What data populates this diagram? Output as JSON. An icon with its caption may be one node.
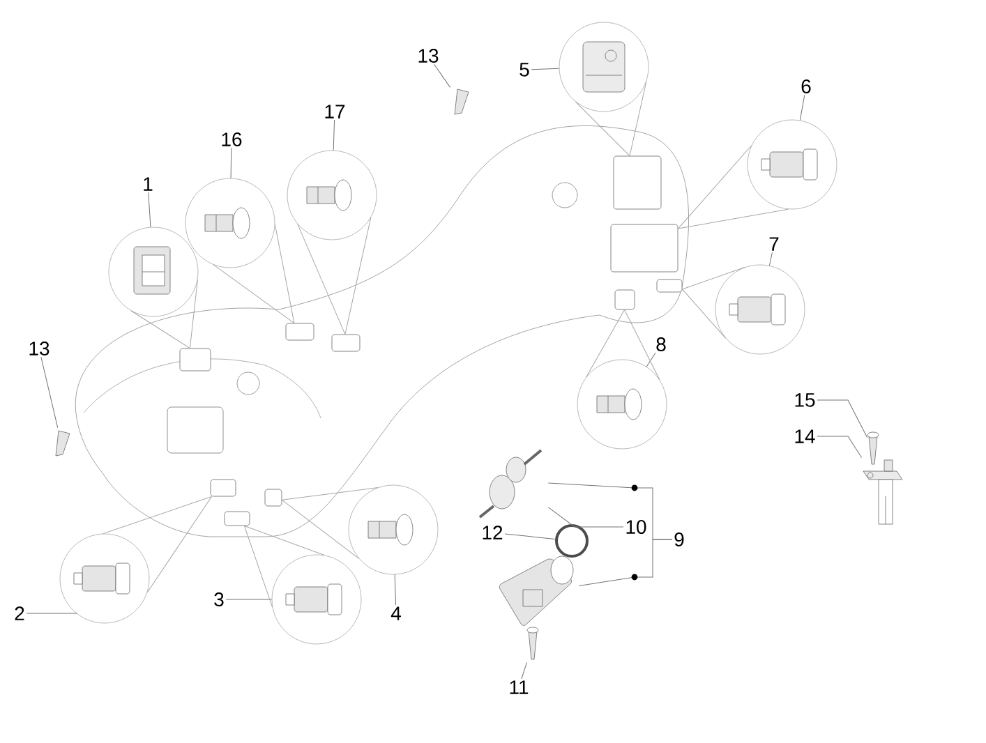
{
  "diagram": {
    "nodes": [
      {
        "text": [
          "1"
        ]
      },
      {
        "text": [],
        "shape": "circle"
      },
      {
        "text": [
          "2"
        ]
      },
      {
        "text": [],
        "shape": "circle"
      },
      {
        "text": [
          "3"
        ]
      },
      {
        "text": [],
        "shape": "circle"
      },
      {
        "text": [
          "4"
        ]
      },
      {
        "text": [],
        "shape": "circle"
      },
      {
        "text": [
          "5"
        ]
      },
      {
        "text": [],
        "shape": "circle"
      },
      {
        "text": [
          "6"
        ]
      },
      {
        "text": [],
        "shape": "circle"
      },
      {
        "text": [
          "7"
        ]
      },
      {
        "text": [],
        "shape": "circle"
      },
      {
        "text": [
          "8"
        ]
      },
      {
        "text": [],
        "shape": "circle"
      },
      {
        "text": [
          "9"
        ]
      },
      {
        "text": [
          "10"
        ]
      },
      {
        "text": [],
        "shape": "picture"
      },
      {
        "text": [
          "11"
        ]
      },
      {
        "text": [],
        "shape": "picture"
      },
      {
        "text": [
          "12"
        ]
      },
      {
        "text": [],
        "shape": "circle"
      },
      {
        "text": [
          "13"
        ]
      },
      {
        "text": [],
        "shape": "picture"
      },
      {
        "text": [
          "13"
        ]
      },
      {
        "text": [],
        "shape": "picture"
      },
      {
        "text": [
          "14"
        ]
      },
      {
        "text": [],
        "shape": "picture"
      },
      {
        "text": [
          "15"
        ]
      },
      {
        "text": [],
        "shape": "picture"
      },
      {
        "text": [
          "16"
        ]
      },
      {
        "text": [],
        "shape": "circle"
      },
      {
        "text": [
          "17"
        ]
      },
      {
        "text": [],
        "shape": "circle"
      },
      {
        "text": [],
        "shape": "picture"
      },
      {
        "text": [],
        "shape": "picture"
      },
      {
        "text": [],
        "shape": "box",
        "in": 36
      },
      {
        "text": [],
        "shape": "box",
        "in": 36
      },
      {
        "text": [],
        "shape": "box",
        "in": 36
      },
      {
        "text": [],
        "shape": "box",
        "in": 36
      },
      {
        "text": [],
        "shape": "box",
        "in": 36
      },
      {
        "text": [],
        "shape": "box",
        "in": 36
      },
      {
        "text": [],
        "shape": "box",
        "in": 36
      },
      {
        "text": [],
        "shape": "box",
        "in": 36
      },
      {
        "text": [],
        "shape": "box",
        "in": 36
      },
      {
        "text": [],
        "shape": "box",
        "in": 36
      }
    ],
    "edges": [
      {
        "from": 0,
        "to": 1,
        "arrow": "none"
      },
      {
        "from": 2,
        "to": 3,
        "arrow": "none"
      },
      {
        "from": 4,
        "to": 5,
        "arrow": "none"
      },
      {
        "from": 6,
        "to": 7,
        "arrow": "none"
      },
      {
        "from": 8,
        "to": 9,
        "arrow": "none"
      },
      {
        "from": 10,
        "to": 11,
        "arrow": "none"
      },
      {
        "from": 12,
        "to": 13,
        "arrow": "none"
      },
      {
        "from": 14,
        "to": 15,
        "arrow": "none"
      },
      {
        "from": 16,
        "to": 18,
        "arrow": "none"
      },
      {
        "from": 16,
        "to": 35,
        "arrow": "none"
      },
      {
        "from": 17,
        "to": 18,
        "arrow": "none"
      },
      {
        "from": 19,
        "to": 20,
        "arrow": "none"
      },
      {
        "from": 21,
        "to": 22,
        "arrow": "none"
      },
      {
        "from": 23,
        "to": 24,
        "arrow": "none"
      },
      {
        "from": 25,
        "to": 26,
        "arrow": "none"
      },
      {
        "from": 27,
        "to": 28,
        "arrow": "none"
      },
      {
        "from": 29,
        "to": 30,
        "arrow": "none"
      },
      {
        "from": 31,
        "to": 32,
        "arrow": "none"
      },
      {
        "from": 33,
        "to": 34,
        "arrow": "none"
      },
      {
        "from": 1,
        "to": 37,
        "arrow": "none"
      },
      {
        "from": 3,
        "to": 38,
        "arrow": "none"
      },
      {
        "from": 5,
        "to": 39,
        "arrow": "none"
      },
      {
        "from": 7,
        "to": 40,
        "arrow": "none"
      },
      {
        "from": 9,
        "to": 41,
        "arrow": "none"
      },
      {
        "from": 11,
        "to": 42,
        "arrow": "none"
      },
      {
        "from": 13,
        "to": 43,
        "arrow": "none"
      },
      {
        "from": 15,
        "to": 44,
        "arrow": "none"
      },
      {
        "from": 32,
        "to": 45,
        "arrow": "none"
      },
      {
        "from": 34,
        "to": 46,
        "arrow": "none"
      }
    ]
  }
}
